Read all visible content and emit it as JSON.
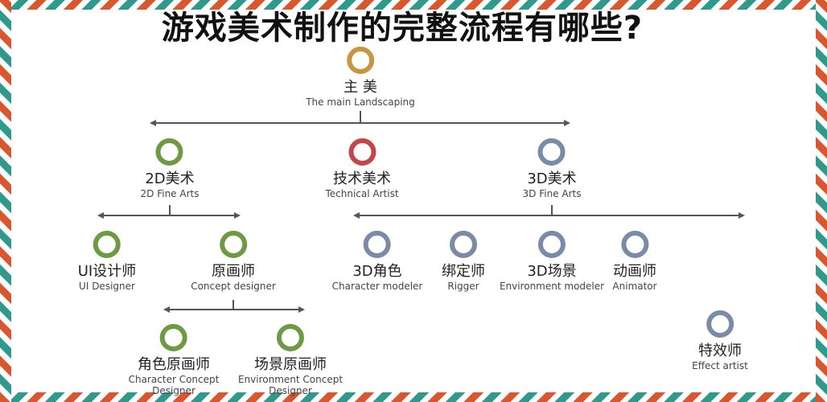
{
  "title": "游戏美术制作的完整流程有哪些?",
  "colors": {
    "root": "#c8963e",
    "two_d": "#6e9a44",
    "technical": "#c4454a",
    "three_d": "#7a8ba8",
    "connector": "#555555",
    "border_red": "#d9562e",
    "border_teal": "#2f9a8c"
  },
  "nodes": {
    "root": {
      "cn": "主 美",
      "en": "The main Landscaping"
    },
    "fine2d": {
      "cn": "2D美术",
      "en": "2D Fine Arts"
    },
    "technical": {
      "cn": "技术美术",
      "en": "Technical Artist"
    },
    "fine3d": {
      "cn": "3D美术",
      "en": "3D Fine Arts"
    },
    "ui": {
      "cn": "UI设计师",
      "en": "UI Designer"
    },
    "concept": {
      "cn": "原画师",
      "en": "Concept designer"
    },
    "character_concept": {
      "cn": "角色原画师",
      "en1": "Character Concept",
      "en2": "Designer"
    },
    "environment_concept": {
      "cn": "场景原画师",
      "en1": "Environment Concept",
      "en2": "Designer"
    },
    "character_modeler": {
      "cn": "3D角色",
      "en": "Character modeler"
    },
    "rigger": {
      "cn": "绑定师",
      "en": "Rigger"
    },
    "environment_modeler": {
      "cn": "3D场景",
      "en": "Environment modeler"
    },
    "animator": {
      "cn": "动画师",
      "en": "Animator"
    },
    "effect": {
      "cn": "特效师",
      "en": "Effect artist"
    }
  }
}
